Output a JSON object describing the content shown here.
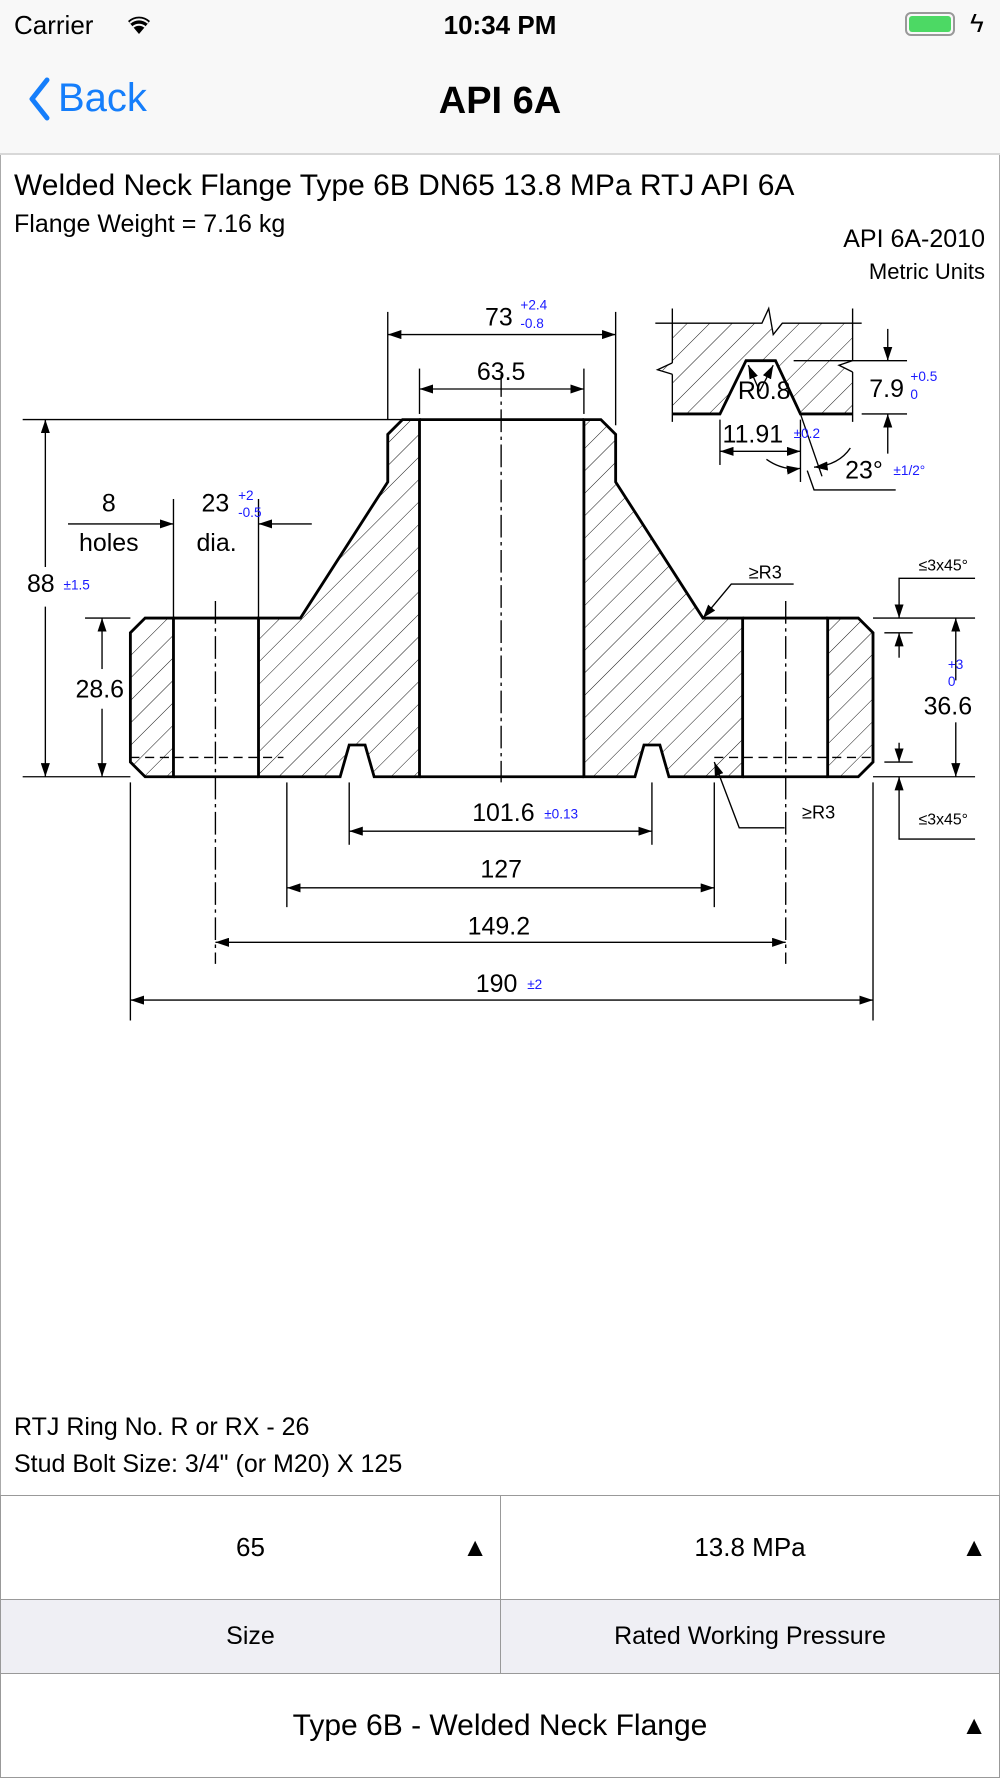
{
  "status_bar": {
    "carrier": "Carrier",
    "time": "10:34 PM"
  },
  "nav": {
    "back_label": "Back",
    "title": "API 6A"
  },
  "header": {
    "title": "Welded Neck Flange Type 6B DN65 13.8 MPa RTJ API 6A",
    "weight": "Flange Weight = 7.16 kg",
    "standard": "API 6A-2010",
    "units": "Metric Units"
  },
  "drawing": {
    "d73": "73",
    "d73_tol_plus": "+2.4",
    "d73_tol_minus": "-0.8",
    "d63_5": "63.5",
    "d88": "88",
    "d88_tol": "±1.5",
    "holes_count": "8",
    "holes_label": "holes",
    "hole_dia": "23",
    "hole_dia_tol_plus": "+2",
    "hole_dia_tol_minus": "-0.5",
    "dia_label": "dia.",
    "d28_6": "28.6",
    "d36_6": "36.6",
    "d36_6_tol_plus": "+3",
    "d36_6_tol_minus": "0",
    "chamfer_top": "≤3x45°",
    "chamfer_bottom": "≤3x45°",
    "radius_top": "≥R3",
    "radius_bottom": "≥R3",
    "d101_6": "101.6",
    "d101_6_tol": "±0.13",
    "d127": "127",
    "d149_2": "149.2",
    "d190": "190",
    "d190_tol": "±2",
    "groove_depth": "7.9",
    "groove_depth_tol_plus": "+0.5",
    "groove_depth_tol_minus": "0",
    "groove_radius": "R0.8",
    "groove_width": "11.91",
    "groove_width_tol": "±0.2",
    "groove_angle": "23°",
    "groove_angle_tol": "±1/2°"
  },
  "footer_info": {
    "ring": "RTJ Ring No. R or RX - 26",
    "stud": "Stud Bolt Size: 3/4\" (or M20) X 125"
  },
  "selectors": {
    "size_value": "65",
    "size_label": "Size",
    "pressure_value": "13.8 MPa",
    "pressure_label": "Rated Working Pressure",
    "type_value": "Type 6B - Welded Neck Flange",
    "arrow": "▲"
  },
  "colors": {
    "accent": "#157efb",
    "tolerance": "#1a1aff"
  }
}
